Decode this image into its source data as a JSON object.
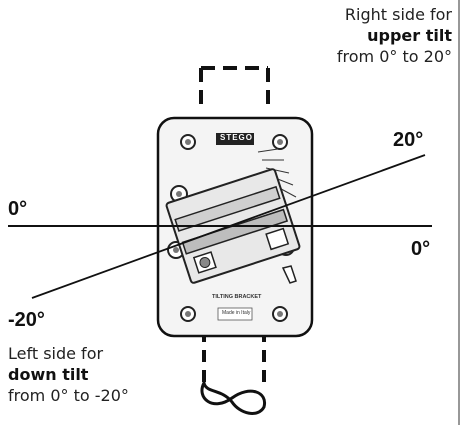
{
  "notes": {
    "right": {
      "line1": "Right side for",
      "bold": "upper tilt",
      "line3": "from 0° to 20°"
    },
    "left": {
      "line1": "Left side for",
      "bold": "down tilt",
      "line3": "from 0° to -20°"
    }
  },
  "angles": {
    "zero_left": "0°",
    "zero_right": "0°",
    "plus20": "20°",
    "minus20": "-20°"
  },
  "plate": {
    "brand": "STEGO",
    "label": "TILTING BRACKET",
    "origin": "Made in Italy"
  }
}
